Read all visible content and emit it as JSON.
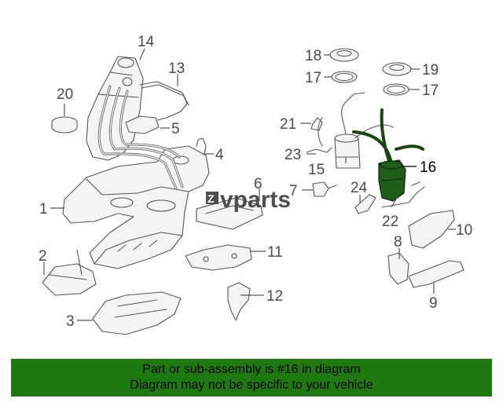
{
  "watermark": {
    "letter": "Z",
    "text": "vparts"
  },
  "callouts": [
    {
      "id": "1",
      "label": "1"
    },
    {
      "id": "2",
      "label": "2"
    },
    {
      "id": "3",
      "label": "3"
    },
    {
      "id": "4",
      "label": "4"
    },
    {
      "id": "5",
      "label": "5"
    },
    {
      "id": "6",
      "label": "6"
    },
    {
      "id": "7",
      "label": "7"
    },
    {
      "id": "8",
      "label": "8"
    },
    {
      "id": "9",
      "label": "9"
    },
    {
      "id": "10",
      "label": "10"
    },
    {
      "id": "11",
      "label": "11"
    },
    {
      "id": "12",
      "label": "12"
    },
    {
      "id": "13",
      "label": "13"
    },
    {
      "id": "14",
      "label": "14"
    },
    {
      "id": "15",
      "label": "15"
    },
    {
      "id": "16",
      "label": "16",
      "highlighted": true
    },
    {
      "id": "17a",
      "label": "17"
    },
    {
      "id": "17b",
      "label": "17"
    },
    {
      "id": "18",
      "label": "18"
    },
    {
      "id": "19",
      "label": "19"
    },
    {
      "id": "20",
      "label": "20"
    },
    {
      "id": "21",
      "label": "21"
    },
    {
      "id": "22",
      "label": "22"
    },
    {
      "id": "23",
      "label": "23"
    },
    {
      "id": "24",
      "label": "24"
    }
  ],
  "banner": {
    "line1": "Part or sub-assembly is #16 in diagram",
    "line2": "Diagram may not be specific to your vehicle"
  },
  "colors": {
    "banner_bg": "#1e7a10",
    "highlight": "#1f5e1a",
    "line": "#555555"
  }
}
